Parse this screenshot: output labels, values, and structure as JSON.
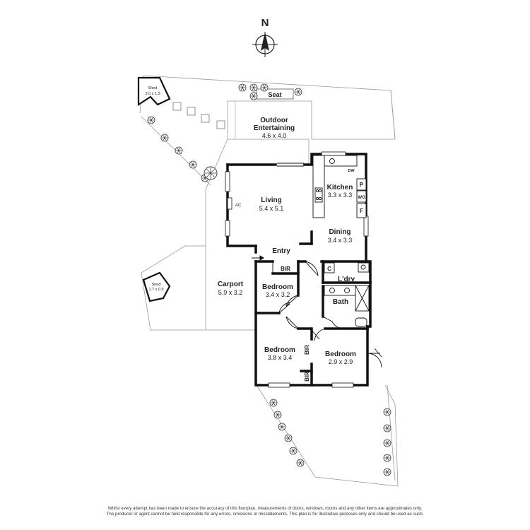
{
  "compass": {
    "letter": "N"
  },
  "rooms": {
    "outdoor": {
      "name_line1": "Outdoor",
      "name_line2": "Entertaining",
      "dims": "4.6 x 4.0"
    },
    "living": {
      "name": "Living",
      "dims": "5.4 x 5.1"
    },
    "kitchen": {
      "name": "Kitchen",
      "dims": "3.3 x 3.3"
    },
    "dining": {
      "name": "Dining",
      "dims": "3.4 x 3.3"
    },
    "entry": {
      "name": "Entry"
    },
    "carport": {
      "name": "Carport",
      "dims": "5.9 x 3.2"
    },
    "bedroom1": {
      "name": "Bedroom",
      "dims": "3.4 x 3.2"
    },
    "bedroom2": {
      "name": "Bedroom",
      "dims": "3.8 x 3.4"
    },
    "bedroom3": {
      "name": "Bedroom",
      "dims": "2.9 x 2.9"
    },
    "bath": {
      "name": "Bath"
    },
    "laundry": {
      "name": "L'dry"
    }
  },
  "sheds": {
    "top": {
      "name": "Shed",
      "dims": "3.0 x 1.5"
    },
    "left": {
      "name": "Shed",
      "dims": "1.7 x 0.9"
    }
  },
  "labels": {
    "seat": "Seat",
    "ac": "AC",
    "dw": "DW",
    "p": "P",
    "wo": "WO",
    "f": "F",
    "c": "C",
    "bir_top": "BIR",
    "bir_side": "BIR",
    "bir_bottom": "BIR"
  },
  "disclaimer": {
    "line1": "Whilst every attempt has been made to ensure the accuracy of this floorplan, measurements of doors, windows, rooms and any other items are approximates only.",
    "line2": "The producer or agent cannot be held responsible for any errors, omissions or misstatements. This plan is for illustrative purposes only and should be used as such."
  }
}
